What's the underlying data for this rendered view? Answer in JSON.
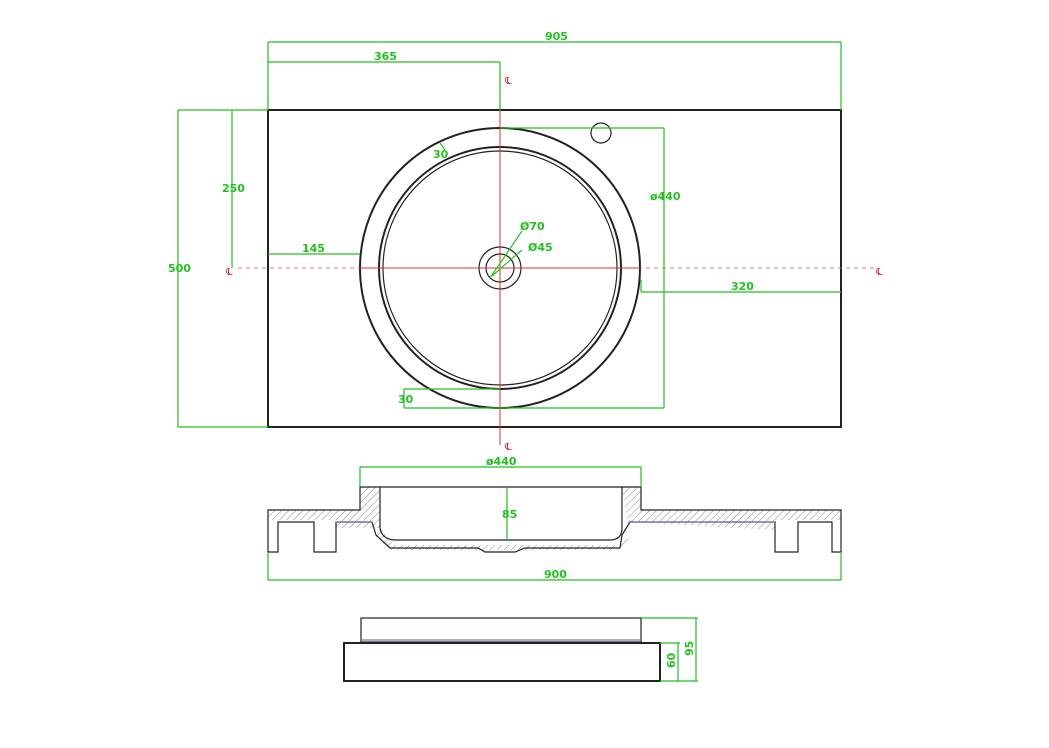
{
  "colors": {
    "dimension": "#22c21e",
    "centerline": "#e03030",
    "outline": "#222222",
    "accent": "#8a6fb8"
  },
  "top_view": {
    "overall_width": "905",
    "bowl_center_offset": "365",
    "overall_depth": "500",
    "bowl_center_depth": "250",
    "left_margin": "145",
    "right_margin": "320",
    "bowl_diameter": "ø440",
    "rim_width_top": "30",
    "rim_width_bottom": "30",
    "outer_drain_diameter": "Ø70",
    "inner_drain_diameter": "Ø45",
    "centerline_top": "℄",
    "centerline_bottom": "℄",
    "centerline_left": "℄",
    "centerline_right": "℄"
  },
  "section_view": {
    "bowl_diameter": "ø440",
    "bowl_depth": "85",
    "overall_width": "900"
  },
  "side_view": {
    "base_height": "60",
    "total_height": "95"
  }
}
